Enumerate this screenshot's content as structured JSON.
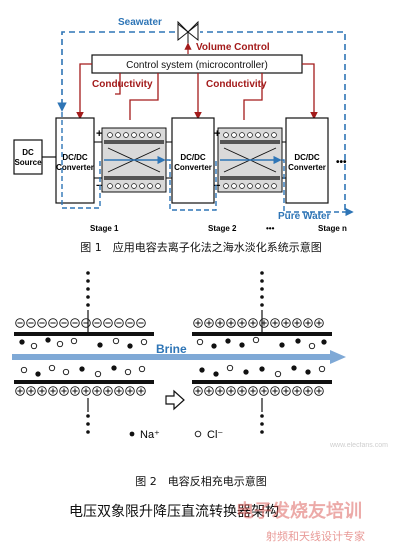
{
  "fig1": {
    "seawater_label": "Seawater",
    "volume_control_label": "Volume Control",
    "control_system_label": "Control system (microcontroller)",
    "conductivity_left": "Conductivity",
    "conductivity_right": "Conductivity",
    "dc_source_line1": "DC",
    "dc_source_line2": "Source",
    "converter_line1": "DC/DC",
    "converter_line2": "Converter",
    "plus_sign": "+",
    "minus_sign": "−",
    "ellipsis": "•••",
    "stage1": "Stage 1",
    "stage2": "Stage 2",
    "stage_dots": "•••",
    "stage_n": "Stage n",
    "pure_water": "Pure Water",
    "caption": "图 1　应用电容去离子化法之海水淡化系统示意图"
  },
  "fig2": {
    "brine_label": "Brine",
    "cation_symbol": "⊖",
    "anion_symbol": "⊕",
    "legend_na": "Na⁺",
    "legend_cl": "Cl⁻",
    "caption": "图 2　电容反相充电示意图"
  },
  "article_title": "电压双象限升降压直流转换器架构",
  "watermark": {
    "text_main": "电子发烧友培训",
    "text_sub": "射频和天线设计专家",
    "site": "www.elecfans.com"
  },
  "colors": {
    "blue": "#2e75b6",
    "dark_red": "#a31b1b",
    "black": "#111111",
    "gray_box": "#d9d9d9",
    "watermark_red": "#d9534f"
  }
}
